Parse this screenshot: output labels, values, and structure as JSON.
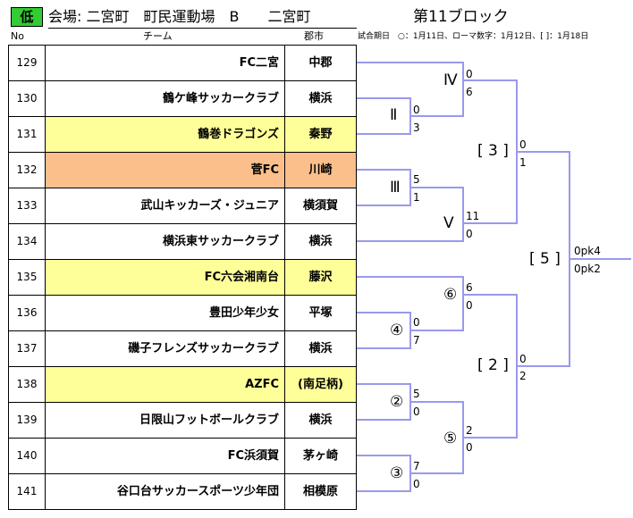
{
  "header": {
    "badge": "低",
    "venue": "会場: 二宮町　町民運動場　B　　二宮町",
    "block_title": "第11ブロック",
    "col_no": "No",
    "col_team": "チーム",
    "col_city": "郡市",
    "legend": "試合期日　○：1月11日、ローマ数字：1月12日、[ ]：1月18日"
  },
  "colors": {
    "badge": "#33cc33",
    "highlight_yellow": "#ffff99",
    "highlight_orange": "#fbbf8c",
    "bracket_line": "#9999ee"
  },
  "teams": [
    {
      "no": "129",
      "team": "FC二宮",
      "city": "中郡",
      "highlight": ""
    },
    {
      "no": "130",
      "team": "鶴ケ峰サッカークラブ",
      "city": "横浜",
      "highlight": ""
    },
    {
      "no": "131",
      "team": "鶴巻ドラゴンズ",
      "city": "秦野",
      "highlight": "yellow"
    },
    {
      "no": "132",
      "team": "菅FC",
      "city": "川崎",
      "highlight": "orange"
    },
    {
      "no": "133",
      "team": "武山キッカーズ・ジュニア",
      "city": "横須賀",
      "highlight": ""
    },
    {
      "no": "134",
      "team": "横浜東サッカークラブ",
      "city": "横浜",
      "highlight": ""
    },
    {
      "no": "135",
      "team": "FC六会湘南台",
      "city": "藤沢",
      "highlight": "yellow"
    },
    {
      "no": "136",
      "team": "豊田少年少女",
      "city": "平塚",
      "highlight": ""
    },
    {
      "no": "137",
      "team": "磯子フレンズサッカークラブ",
      "city": "横浜",
      "highlight": ""
    },
    {
      "no": "138",
      "team": "AZFC",
      "city": "(南足柄)",
      "highlight": "yellow"
    },
    {
      "no": "139",
      "team": "日限山フットボールクラブ",
      "city": "横浜",
      "highlight": ""
    },
    {
      "no": "140",
      "team": "FC浜須賀",
      "city": "茅ヶ崎",
      "highlight": ""
    },
    {
      "no": "141",
      "team": "谷口台サッカースポーツ少年団",
      "city": "相模原",
      "highlight": ""
    }
  ],
  "matches": {
    "II": {
      "mark": "Ⅱ",
      "top": "0",
      "bottom": "3"
    },
    "III": {
      "mark": "Ⅲ",
      "top": "5",
      "bottom": "1"
    },
    "IV": {
      "mark": "Ⅳ",
      "top": "0",
      "bottom": "6"
    },
    "V": {
      "mark": "Ⅴ",
      "top": "11",
      "bottom": "0"
    },
    "c2": {
      "mark": "②",
      "top": "5",
      "bottom": "0"
    },
    "c3": {
      "mark": "③",
      "top": "7",
      "bottom": "0"
    },
    "c4": {
      "mark": "④",
      "top": "0",
      "bottom": "7"
    },
    "c5": {
      "mark": "⑤",
      "top": "2",
      "bottom": "0"
    },
    "c6": {
      "mark": "⑥",
      "top": "6",
      "bottom": "0"
    },
    "b3": {
      "mark": "[ 3 ]",
      "top": "0",
      "bottom": "1"
    },
    "b2": {
      "mark": "[ 2 ]",
      "top": "0",
      "bottom": "2"
    },
    "b5": {
      "mark": "[ 5 ]",
      "top": "0pk4",
      "bottom": "0pk2"
    }
  }
}
